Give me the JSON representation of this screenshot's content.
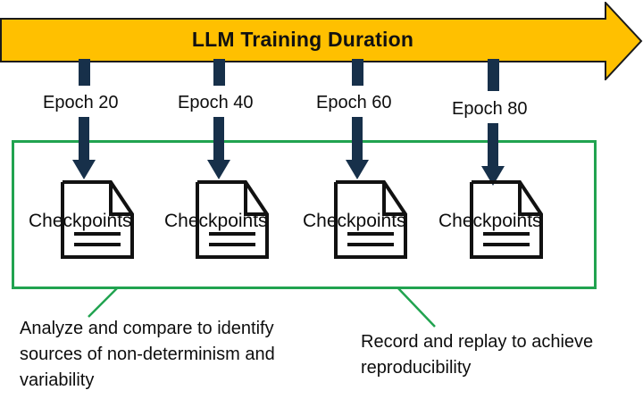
{
  "diagram": {
    "type": "timeline-flow",
    "colors": {
      "timeline_fill": "#FFC000",
      "timeline_stroke": "#1A1A1A",
      "tick_navy": "#17304A",
      "container_green": "#21A350",
      "text": "#0D0D0D"
    },
    "timeline": {
      "label": "LLM Training Duration",
      "direction": "right",
      "icon": "right-arrow-icon"
    },
    "ticks": [
      {
        "label": "Epoch 20",
        "epoch": 20
      },
      {
        "label": "Epoch 40",
        "epoch": 40
      },
      {
        "label": "Epoch 60",
        "epoch": 60
      },
      {
        "label": "Epoch 80",
        "epoch": 80
      }
    ],
    "checkpoints": [
      {
        "label": "Checkpoints",
        "icon": "document-icon"
      },
      {
        "label": "Checkpoints",
        "icon": "document-icon"
      },
      {
        "label": "Checkpoints",
        "icon": "document-icon"
      },
      {
        "label": "Checkpoints",
        "icon": "document-icon"
      }
    ],
    "captions": [
      {
        "text": "Analyze and compare to identify sources of non-determinism and variability"
      },
      {
        "text": "Record and replay to achieve reproducibility"
      }
    ]
  }
}
